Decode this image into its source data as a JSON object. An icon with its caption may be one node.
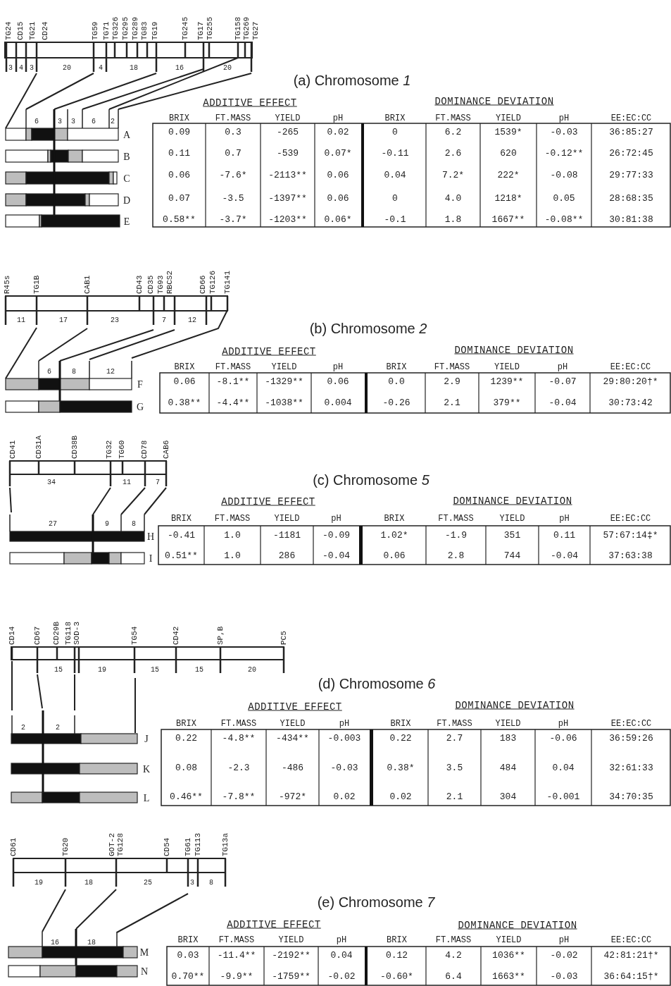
{
  "diagram": {
    "labels": [
      "TG24",
      "CD15",
      "TG21",
      "CD24",
      "TG59",
      "TG71",
      "TG326",
      "TG295",
      "TG289",
      "TG83",
      "TG19",
      "TG245",
      "TG17",
      "TG255",
      "TG158",
      "TG269",
      "TG27",
      "3",
      "4",
      "3",
      "20",
      "4",
      "18",
      "16",
      "20",
      "(a) Chromosome *1*",
      "6",
      "3",
      "3",
      "6",
      "2",
      "ADDITIVE EFFECT",
      "DOMINANCE DEVIATION",
      "BRIX",
      "FT.MASS",
      "YIELD",
      "pH",
      "BRIX",
      "FT.MASS",
      "YIELD",
      "pH",
      "EE:EC:CC",
      "A",
      "0.09",
      "0.3",
      "-265",
      "0.02",
      "0",
      "6.2",
      "1539*",
      "-0.03",
      "36:85:27",
      "B",
      "0.11",
      "0.7",
      "-539",
      "0.07*",
      "-0.11",
      "2.6",
      "620",
      "-0.12**",
      "26:72:45",
      "C",
      "0.06",
      "-7.6*",
      "-2113**",
      "0.06",
      "0.04",
      "7.2*",
      "222*",
      "-0.08",
      "29:77:33",
      "D",
      "0.07",
      "-3.5",
      "-1397**",
      "0.06",
      "0",
      "4.0",
      "1218*",
      "0.05",
      "28:68:35",
      "E",
      "0.58**",
      "-3.7*",
      "-1203**",
      "0.06*",
      "-0.1",
      "1.8",
      "1667**",
      "-0.08**",
      "30:81:38",
      "R45s",
      "TG1B",
      "CAB1",
      "CD43",
      "CD35",
      "TG93",
      "RBCS2",
      "CD66",
      "TG126",
      "TG141",
      "11",
      "17",
      "23",
      "7",
      "12",
      "(b) Chromosome *2*",
      "6",
      "8",
      "12",
      "ADDITIVE EFFECT",
      "DOMINANCE DEVIATION",
      "BRIX",
      "FT.MASS",
      "YIELD",
      "pH",
      "BRIX",
      "FT.MASS",
      "YIELD",
      "pH",
      "EE:EC:CC",
      "F",
      "0.06",
      "-8.1**",
      "-1329**",
      "0.06",
      "0.0",
      "2.9",
      "1239**",
      "-0.07",
      "29:80:20†*",
      "G",
      "0.38**",
      "-4.4**",
      "-1038**",
      "0.004",
      "-0.26",
      "2.1",
      "379**",
      "-0.04",
      "30:73:42",
      "CD41",
      "CD31A",
      "CD38B",
      "TG32",
      "TG60",
      "CD78",
      "CAB6",
      "34",
      "11",
      "7",
      "(c) Chromosome *5*",
      "27",
      "9",
      "8",
      "ADDITIVE EFFECT",
      "DOMINANCE DEVIATION",
      "BRIX",
      "FT.MASS",
      "YIELD",
      "pH",
      "BRIX",
      "FT.MASS",
      "YIELD",
      "pH",
      "EE:EC:CC",
      "H",
      "-0.41",
      "1.0",
      "-1181",
      "-0.09",
      "1.02*",
      "-1.9",
      "351",
      "0.11",
      "57:67:14‡*",
      "I",
      "0.51**",
      "1.0",
      "286",
      "-0.04",
      "0.06",
      "2.8",
      "744",
      "-0.04",
      "37:63:38",
      "CD14",
      "CD67",
      "CD29B",
      "TG118",
      "SOD-3",
      "TG54",
      "CD42",
      "SP,B",
      "PC5",
      "15",
      "19",
      "15",
      "15",
      "20",
      "(d) Chromosome *6*",
      "2",
      "2",
      "ADDITIVE EFFECT",
      "DOMINANCE DEVIATION",
      "BRIX",
      "FT.MASS",
      "YIELD",
      "pH",
      "BRIX",
      "FT.MASS",
      "YIELD",
      "pH",
      "EE:EC:CC",
      "J",
      "0.22",
      "-4.8**",
      "-434**",
      "-0.003",
      "0.22",
      "2.7",
      "183",
      "-0.06",
      "36:59:26",
      "K",
      "0.08",
      "-2.3",
      "-486",
      "-0.03",
      "0.38*",
      "3.5",
      "484",
      "0.04",
      "32:61:33",
      "L",
      "0.46**",
      "-7.8**",
      "-972*",
      "0.02",
      "0.02",
      "2.1",
      "304",
      "-0.001",
      "34:70:35",
      "CD61",
      "TG20",
      "GOT-2",
      "TG128",
      "CD54",
      "TG61",
      "TG113",
      "TG13a",
      "19",
      "18",
      "25",
      "3",
      "8",
      "(e) Chromosome *7*",
      "16",
      "18",
      "ADDITIVE EFFECT",
      "DOMINANCE DEVIATION",
      "BRIX",
      "FT.MASS",
      "YIELD",
      "pH",
      "BRIX",
      "FT.MASS",
      "YIELD",
      "pH",
      "EE:EC:CC",
      "M",
      "0.03",
      "-11.4**",
      "-2192**",
      "0.04",
      "0.12",
      "4.2",
      "1036**",
      "-0.02",
      "42:81:21†*",
      "N",
      "0.70**",
      "-9.9**",
      "-1759**",
      "-0.02",
      "-0.60*",
      "6.4",
      "1663**",
      "-0.03",
      "36:64:15†*"
    ]
  }
}
